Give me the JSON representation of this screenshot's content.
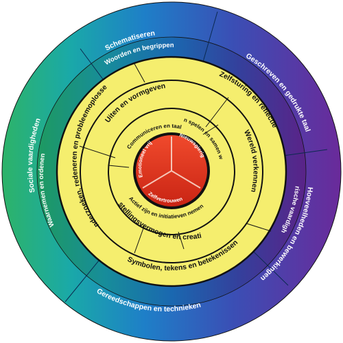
{
  "colors": {
    "yellow": "#f5ee6e",
    "core_red": "#e4311f",
    "ring_line": "#111111"
  },
  "core": [
    {
      "label": "Nieuwsgierig"
    },
    {
      "label": "Zelfvertrouwen"
    },
    {
      "label": "Emotioneel vrij"
    }
  ],
  "inner_ring": [
    {
      "label": "Samen spelen en samen werken"
    },
    {
      "label": "Actief zijn en initiatieven nemen"
    },
    {
      "label": "Communiceren en taal"
    }
  ],
  "big_ring": [
    {
      "label": "Zelfsturing en reflectie"
    },
    {
      "label": "Wereld verkennen"
    },
    {
      "label": "Voorstellingsvermogen en creativiteit"
    },
    {
      "label": "Uiten en vormgeven"
    }
  ],
  "yellow_outer_ring": [
    {
      "label": "Onderzoeken, redeneren en probleemoplossen"
    },
    {
      "label": "Symbolen, tekens en betekenissen"
    }
  ],
  "color_inner_ring": [
    {
      "label": "Woorden en begrippen"
    },
    {
      "label": "Motorische vaardigheden"
    },
    {
      "label": "Waarnemen en ordenen"
    }
  ],
  "color_outer_ring": [
    {
      "label": "Schematiseren"
    },
    {
      "label": "Geschreven en gedrukte taal"
    },
    {
      "label": "Hoeveelheden en bewerkingen"
    },
    {
      "label": "Gereedschappen en technieken"
    },
    {
      "label": "Sociale vaardigheden"
    }
  ]
}
